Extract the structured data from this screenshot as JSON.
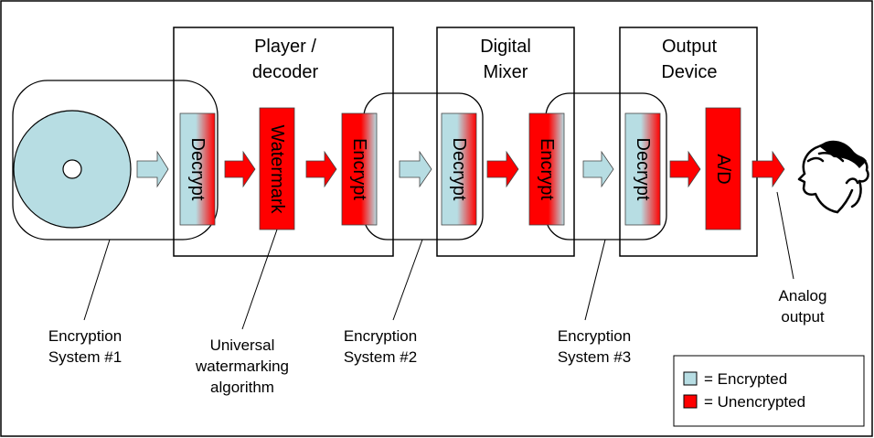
{
  "boxes": {
    "player": {
      "title_line1": "Player /",
      "title_line2": "decoder"
    },
    "mixer": {
      "title_line1": "Digital",
      "title_line2": "Mixer"
    },
    "output": {
      "title_line1": "Output",
      "title_line2": "Device"
    }
  },
  "blocks": {
    "decrypt_1": "Decrypt",
    "watermark": "Watermark",
    "encrypt_1": "Encrypt",
    "decrypt_2": "Decrypt",
    "encrypt_2": "Encrypt",
    "decrypt_3": "Decrypt",
    "ad": "A/D"
  },
  "callouts": {
    "enc_sys_1": {
      "line1": "Encryption",
      "line2": "System #1"
    },
    "watermarking": {
      "line1": "Universal",
      "line2": "watermarking",
      "line3": "algorithm"
    },
    "enc_sys_2": {
      "line1": "Encryption",
      "line2": "System #2"
    },
    "enc_sys_3": {
      "line1": "Encryption",
      "line2": "System #3"
    },
    "analog": {
      "line1": "Analog",
      "line2": "output"
    }
  },
  "legend": {
    "encrypted": "= Encrypted",
    "unencrypted": "= Unencrypted"
  },
  "colors": {
    "encrypted": "#b7dde3",
    "unencrypted": "#ff0000"
  },
  "icons": {
    "source": "disc-icon",
    "destination": "listener-head-icon"
  }
}
